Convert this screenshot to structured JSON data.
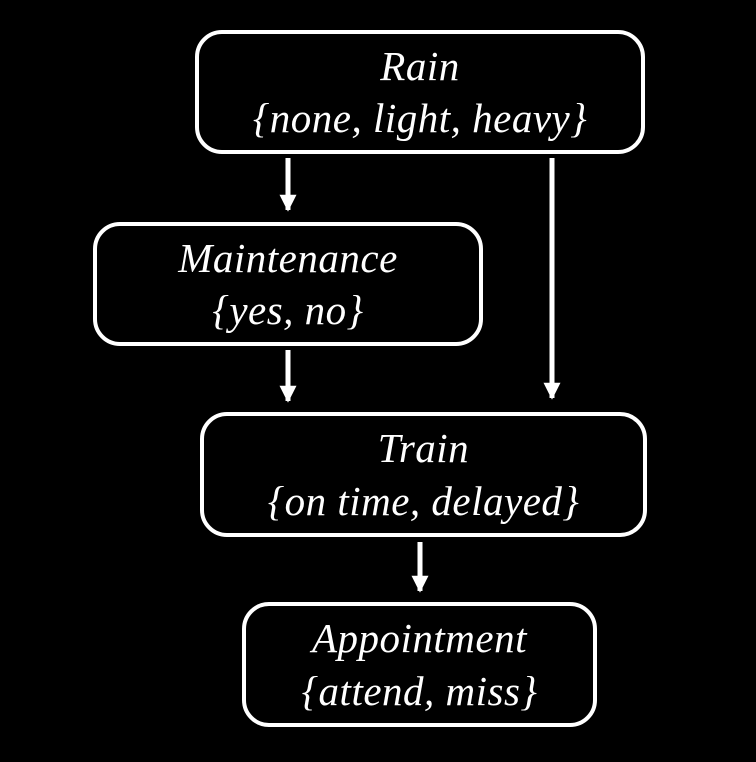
{
  "diagram": {
    "type": "bayesian-network",
    "background_color": "#000000",
    "node_border_color": "#ffffff",
    "node_fill_color": "#000000",
    "text_color": "#ffffff",
    "arrow_color": "#ffffff",
    "nodes": {
      "rain": {
        "name": "Rain",
        "values": "{none, light, heavy}"
      },
      "maintenance": {
        "name": "Maintenance",
        "values": "{yes, no}"
      },
      "train": {
        "name": "Train",
        "values": "{on time, delayed}"
      },
      "appointment": {
        "name": "Appointment",
        "values": "{attend, miss}"
      }
    },
    "edges": [
      {
        "from": "Rain",
        "to": "Maintenance"
      },
      {
        "from": "Rain",
        "to": "Train"
      },
      {
        "from": "Maintenance",
        "to": "Train"
      },
      {
        "from": "Train",
        "to": "Appointment"
      }
    ]
  }
}
